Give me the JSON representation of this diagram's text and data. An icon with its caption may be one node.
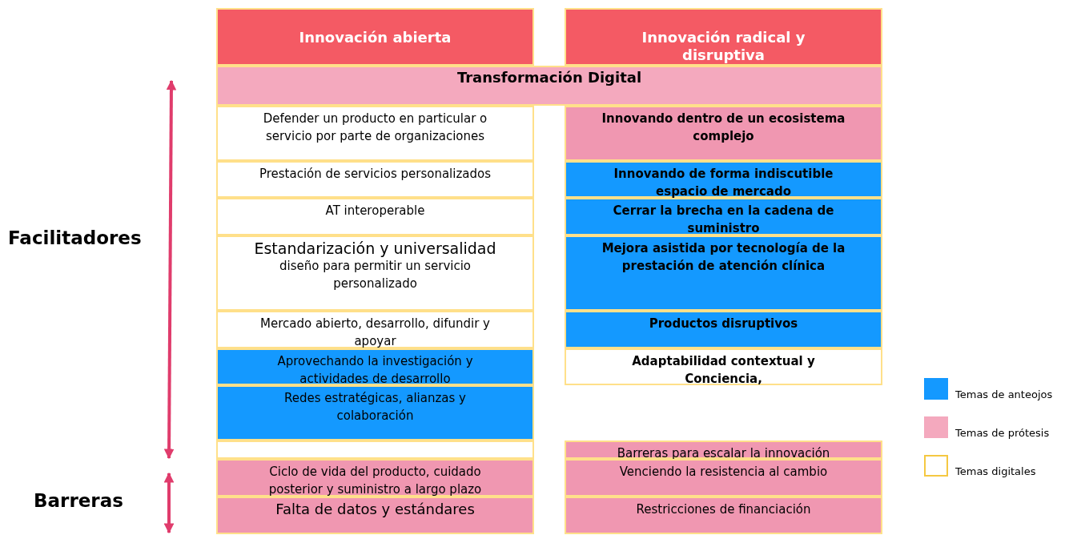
{
  "diagram": {
    "nodes": [
      {
        "text": [
          "Innovación abierta"
        ]
      },
      {
        "text": [
          "Innovación radical y disruptiva"
        ]
      },
      {
        "text": [
          "Transformación Digital"
        ]
      },
      {
        "text": [
          "Defender un producto en particular o servicio por parte de organizaciones"
        ]
      },
      {
        "text": [
          "Innovando dentro de un ecosistema complejo"
        ]
      },
      {
        "text": [
          "Prestación de servicios personalizados"
        ]
      },
      {
        "text": [
          "Innovando de forma indiscutible espacio de mercado"
        ]
      },
      {
        "text": [
          "AT interoperable"
        ]
      },
      {
        "text": [
          "Cerrar la brecha en la cadena de suministro"
        ]
      },
      {
        "text": [
          "Estandarización y universalidad",
          "diseño para permitir un servicio personalizado"
        ]
      },
      {
        "text": [
          "Mejora asistida por tecnología de la prestación de atención clínica"
        ]
      },
      {
        "text": [
          "Mercado abierto, desarrollo, difundir y apoyar"
        ]
      },
      {
        "text": [
          "Productos disruptivos"
        ]
      },
      {
        "text": [
          "Aprovechando la investigación y actividades de desarrollo"
        ]
      },
      {
        "text": [
          "Adaptabilidad contextual y Conciencia,"
        ]
      },
      {
        "text": [
          "Redes estratégicas, alianzas y colaboración"
        ]
      },
      {
        "text": [],
        "shape": "box"
      },
      {
        "text": [
          "Barreras para escalar la innovación"
        ]
      },
      {
        "text": [
          "Ciclo de vida del producto, cuidado posterior y suministro a largo plazo"
        ]
      },
      {
        "text": [
          "Venciendo la resistencia al cambio"
        ]
      },
      {
        "text": [
          "Falta de datos y estándares"
        ]
      },
      {
        "text": [
          "Restricciones de financiación"
        ]
      }
    ],
    "edges": [],
    "labels": [
      "Facilitadores",
      "Barreras"
    ],
    "legend": [
      {
        "text": "Temas de anteojos",
        "color": "#1499ff"
      },
      {
        "text": "Temas de prótesis",
        "color": "#f4a9be"
      },
      {
        "text": "Temas digitales",
        "color": "#ffffff"
      }
    ]
  }
}
